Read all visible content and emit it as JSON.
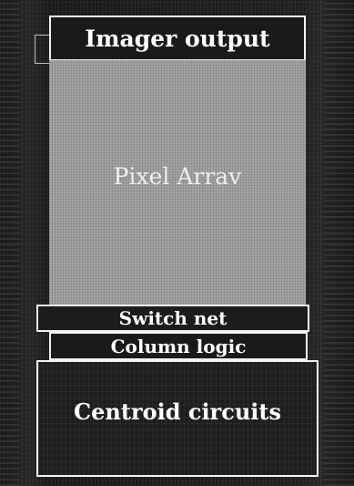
{
  "blocks": {
    "imager_output": "Imager output",
    "pixel_array": "Pixel Arrav",
    "switch_net": "Switch net",
    "column_logic": "Column logic",
    "centroid_circuits": "Centroid circuits"
  },
  "colors": {
    "block_outline": "#f2f2f2",
    "pixel_array_fill": "#a4a4a4",
    "die_background": "#1a1a1a",
    "label_text": "#ffffff"
  }
}
